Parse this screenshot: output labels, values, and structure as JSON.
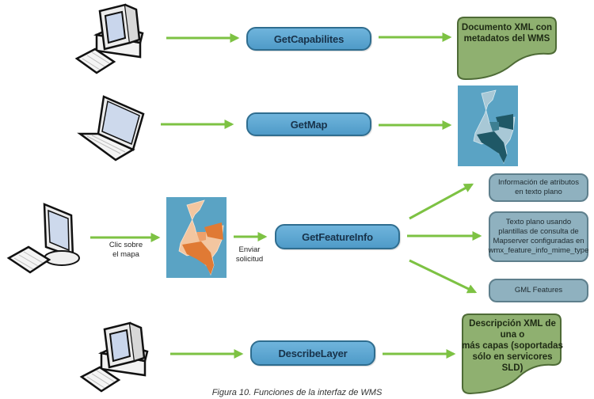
{
  "colors": {
    "arrow": "#7dc243",
    "request_pill": "#5aa6d2",
    "request_pill_border": "#2f6d8f",
    "document_shape": "#8fb070",
    "output_box": "#8fb1bf",
    "map_background": "#5aa3c4"
  },
  "rows": [
    {
      "client_icon": "desktop-computer-icon",
      "request": "GetCapabilites",
      "result": {
        "type": "document",
        "text": "Documento XML con\nmetadatos del WMS"
      }
    },
    {
      "client_icon": "laptop-icon",
      "request": "GetMap",
      "result": {
        "type": "map-image",
        "icon": "colombia-map-blue-icon"
      }
    },
    {
      "client_icon": "flatscreen-computer-icon",
      "step_label": "Clic sobre\nel mapa",
      "intermediate_icon": "colombia-map-orange-icon",
      "send_label": "Enviar\nsolicitud",
      "request": "GetFeatureInfo",
      "outputs": [
        "Información de atributos\nen texto plano",
        "Texto plano usando\nplantillas de consulta de\nMapserver configuradas en\nwmx_feature_info_mime_type",
        "GML Features"
      ]
    },
    {
      "client_icon": "desktop-computer-icon",
      "request": "DescribeLayer",
      "result": {
        "type": "document",
        "text": "Descripción XML de una o\nmás capas (soportadas\nsólo en servicores SLD)"
      }
    }
  ],
  "caption": "Figura 10. Funciones de la interfaz de WMS"
}
